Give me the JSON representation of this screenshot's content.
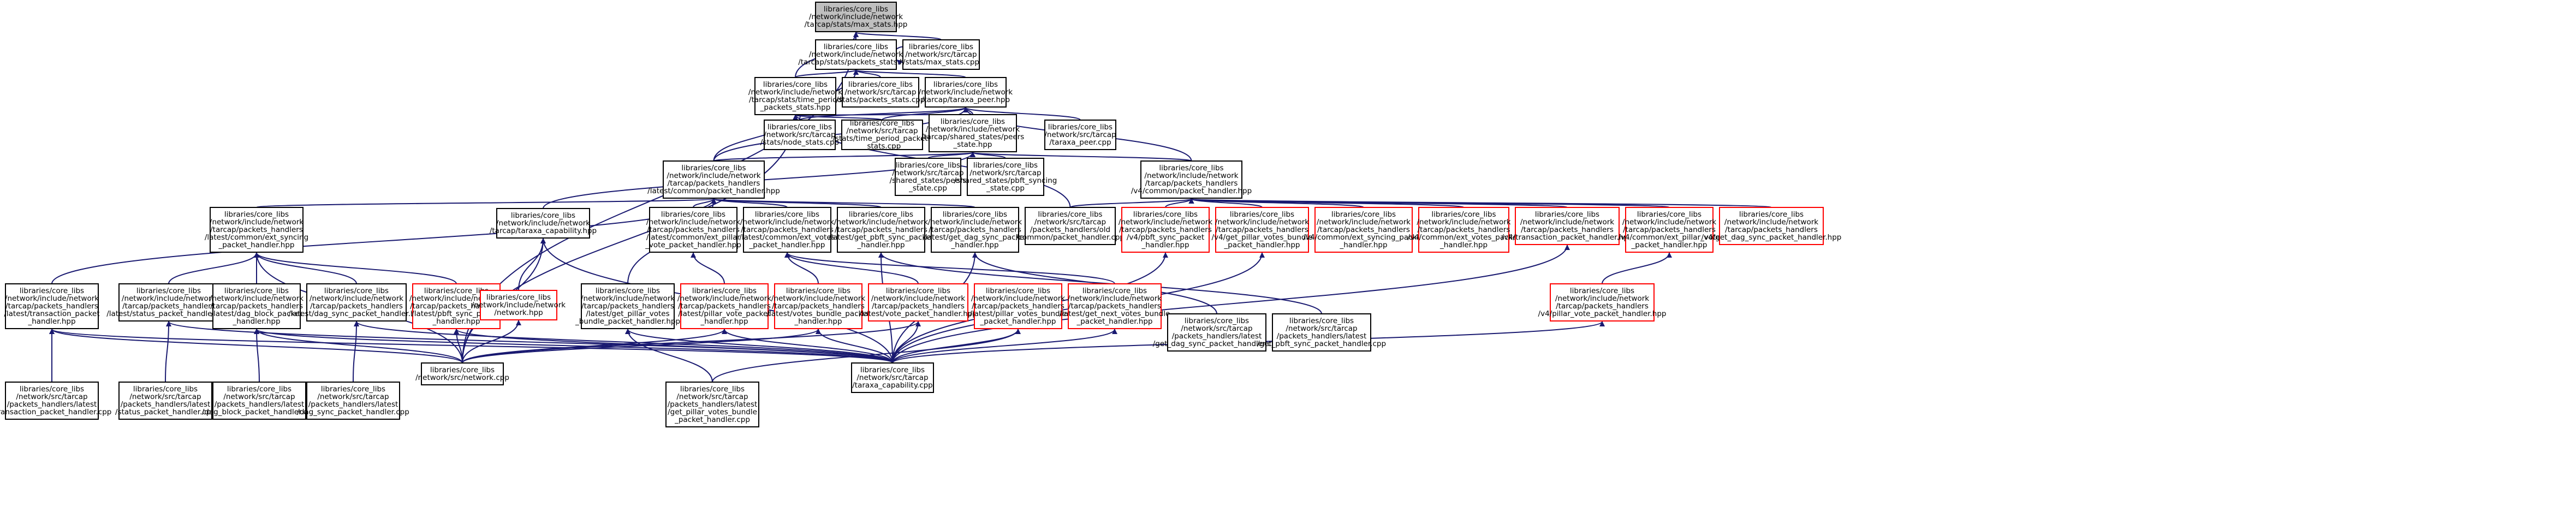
{
  "colors": {
    "edge": "#191970",
    "normal_border": "#000000",
    "red_border": "#ff0000",
    "focus_fill": "#bfbfbf",
    "node_fill": "#ffffff"
  },
  "nodes": {
    "root": {
      "label": [
        "libraries/core_libs",
        "/network/include/network",
        "/tarcap/stats/max_stats.hpp"
      ],
      "style": "focus"
    },
    "packets_stats_hpp": {
      "label": [
        "libraries/core_libs",
        "/network/include/network",
        "/tarcap/stats/packets_stats.hpp"
      ]
    },
    "max_stats_cpp": {
      "label": [
        "libraries/core_libs",
        "/network/src/tarcap",
        "/stats/max_stats.cpp"
      ]
    },
    "time_period_hpp": {
      "label": [
        "libraries/core_libs",
        "/network/include/network",
        "/tarcap/stats/time_period",
        "_packets_stats.hpp"
      ]
    },
    "packets_stats_cpp": {
      "label": [
        "libraries/core_libs",
        "/network/src/tarcap",
        "/stats/packets_stats.cpp"
      ]
    },
    "taraxa_peer_hpp": {
      "label": [
        "libraries/core_libs",
        "/network/include/network",
        "/tarcap/taraxa_peer.hpp"
      ]
    },
    "node_stats_cpp": {
      "label": [
        "libraries/core_libs",
        "/network/src/tarcap",
        "/stats/node_stats.cpp"
      ]
    },
    "time_period_cpp": {
      "label": [
        "libraries/core_libs",
        "/network/src/tarcap",
        "/stats/time_period_packets",
        "_stats.cpp"
      ]
    },
    "peers_state_hpp": {
      "label": [
        "libraries/core_libs",
        "/network/include/network",
        "/tarcap/shared_states/peers",
        "_state.hpp"
      ]
    },
    "taraxa_peer_cpp": {
      "label": [
        "libraries/core_libs",
        "/network/src/tarcap",
        "/taraxa_peer.cpp"
      ]
    },
    "latest_common_packet_handler": {
      "label": [
        "libraries/core_libs",
        "/network/include/network",
        "/tarcap/packets_handlers",
        "/latest/common/packet_handler.hpp"
      ]
    },
    "peers_state_cpp": {
      "label": [
        "libraries/core_libs",
        "/network/src/tarcap",
        "/shared_states/peers",
        "_state.cpp"
      ]
    },
    "pbft_syncing_state_cpp": {
      "label": [
        "libraries/core_libs",
        "/network/src/tarcap",
        "/shared_states/pbft_syncing",
        "_state.cpp"
      ]
    },
    "v4_common_packet_handler": {
      "label": [
        "libraries/core_libs",
        "/network/include/network",
        "/tarcap/packets_handlers",
        "/v4/common/packet_handler.hpp"
      ]
    },
    "ext_syncing_packet_handler": {
      "label": [
        "libraries/core_libs",
        "/network/include/network",
        "/tarcap/packets_handlers",
        "/latest/common/ext_syncing",
        "_packet_handler.hpp"
      ]
    },
    "taraxa_capability_hpp": {
      "label": [
        "libraries/core_libs",
        "/network/include/network",
        "/tarcap/taraxa_capability.hpp"
      ]
    },
    "ext_pillar_vote_packet_handler": {
      "label": [
        "libraries/core_libs",
        "/network/include/network",
        "/tarcap/packets_handlers",
        "/latest/common/ext_pillar",
        "_vote_packet_handler.hpp"
      ]
    },
    "ext_votes_packet_handler": {
      "label": [
        "libraries/core_libs",
        "/network/include/network",
        "/tarcap/packets_handlers",
        "/latest/common/ext_votes",
        "_packet_handler.hpp"
      ]
    },
    "get_pbft_sync_packet_handler": {
      "label": [
        "libraries/core_libs",
        "/network/include/network",
        "/tarcap/packets_handlers",
        "/latest/get_pbft_sync_packet",
        "_handler.hpp"
      ]
    },
    "latest_get_dag_sync_packet_handler": {
      "label": [
        "libraries/core_libs",
        "/network/include/network",
        "/tarcap/packets_handlers",
        "/latest/get_dag_sync_packet",
        "_handler.hpp"
      ]
    },
    "old_common_packet_handler_cpp": {
      "label": [
        "libraries/core_libs",
        "/network/src/tarcap",
        "/packets_handlers/old",
        "/common/packet_handler.cpp"
      ]
    },
    "v4_pbft_sync_packet_handler": {
      "label": [
        "libraries/core_libs",
        "/network/include/network",
        "/tarcap/packets_handlers",
        "/v4/pbft_sync_packet",
        "_handler.hpp"
      ],
      "style": "red"
    },
    "v4_get_pillar_votes_bundle": {
      "label": [
        "libraries/core_libs",
        "/network/include/network",
        "/tarcap/packets_handlers",
        "/v4/get_pillar_votes_bundle",
        "_packet_handler.hpp"
      ],
      "style": "red"
    },
    "v4_ext_syncing_packet_handler": {
      "label": [
        "libraries/core_libs",
        "/network/include/network",
        "/tarcap/packets_handlers",
        "/v4/common/ext_syncing_packet",
        "_handler.hpp"
      ],
      "style": "red"
    },
    "v4_ext_votes_packet_handler": {
      "label": [
        "libraries/core_libs",
        "/network/include/network",
        "/tarcap/packets_handlers",
        "/v4/common/ext_votes_packet",
        "_handler.hpp"
      ],
      "style": "red"
    },
    "v4_transaction_packet_handler": {
      "label": [
        "libraries/core_libs",
        "/network/include/network",
        "/tarcap/packets_handlers",
        "/v4/transaction_packet_handler.hpp"
      ],
      "style": "red"
    },
    "v4_ext_pillar_vote_packet_handler": {
      "label": [
        "libraries/core_libs",
        "/network/include/network",
        "/tarcap/packets_handlers",
        "/v4/common/ext_pillar_vote",
        "_packet_handler.hpp"
      ],
      "style": "red"
    },
    "v4_get_dag_sync_packet_handler": {
      "label": [
        "libraries/core_libs",
        "/network/include/network",
        "/tarcap/packets_handlers",
        "/v4/get_dag_sync_packet_handler.hpp"
      ],
      "style": "red"
    },
    "transaction_packet_handler": {
      "label": [
        "libraries/core_libs",
        "/network/include/network",
        "/tarcap/packets_handlers",
        "/latest/transaction_packet",
        "_handler.hpp"
      ]
    },
    "status_packet_handler": {
      "label": [
        "libraries/core_libs",
        "/network/include/network",
        "/tarcap/packets_handlers",
        "/latest/status_packet_handler.hpp"
      ]
    },
    "dag_block_packet_handler": {
      "label": [
        "libraries/core_libs",
        "/network/include/network",
        "/tarcap/packets_handlers",
        "/latest/dag_block_packet",
        "_handler.hpp"
      ]
    },
    "dag_sync_packet_handler": {
      "label": [
        "libraries/core_libs",
        "/network/include/network",
        "/tarcap/packets_handlers",
        "/latest/dag_sync_packet_handler.hpp"
      ]
    },
    "pbft_sync_packet_handler": {
      "label": [
        "libraries/core_libs",
        "/network/include/network",
        "/tarcap/packets_handlers",
        "/latest/pbft_sync_packet",
        "_handler.hpp"
      ],
      "style": "red"
    },
    "network_hpp": {
      "label": [
        "libraries/core_libs",
        "/network/include/network",
        "/network.hpp"
      ],
      "style": "red"
    },
    "get_pillar_votes_bundle_packet_handler": {
      "label": [
        "libraries/core_libs",
        "/network/include/network",
        "/tarcap/packets_handlers",
        "/latest/get_pillar_votes",
        "_bundle_packet_handler.hpp"
      ]
    },
    "pillar_vote_packet_handler": {
      "label": [
        "libraries/core_libs",
        "/network/include/network",
        "/tarcap/packets_handlers",
        "/latest/pillar_vote_packet",
        "_handler.hpp"
      ],
      "style": "red"
    },
    "votes_bundle_packet_handler": {
      "label": [
        "libraries/core_libs",
        "/network/include/network",
        "/tarcap/packets_handlers",
        "/latest/votes_bundle_packet",
        "_handler.hpp"
      ],
      "style": "red"
    },
    "vote_packet_handler": {
      "label": [
        "libraries/core_libs",
        "/network/include/network",
        "/tarcap/packets_handlers",
        "/latest/vote_packet_handler.hpp"
      ],
      "style": "red"
    },
    "pillar_votes_bundle_packet_handler": {
      "label": [
        "libraries/core_libs",
        "/network/include/network",
        "/tarcap/packets_handlers",
        "/latest/pillar_votes_bundle",
        "_packet_handler.hpp"
      ],
      "style": "red"
    },
    "get_next_votes_bundle_packet_handler": {
      "label": [
        "libraries/core_libs",
        "/network/include/network",
        "/tarcap/packets_handlers",
        "/latest/get_next_votes_bundle",
        "_packet_handler.hpp"
      ],
      "style": "red"
    },
    "get_dag_sync_packet_handler_cpp": {
      "label": [
        "libraries/core_libs",
        "/network/src/tarcap",
        "/packets_handlers/latest",
        "/get_dag_sync_packet_handler.cpp"
      ]
    },
    "get_pbft_sync_packet_handler_cpp": {
      "label": [
        "libraries/core_libs",
        "/network/src/tarcap",
        "/packets_handlers/latest",
        "/get_pbft_sync_packet_handler.cpp"
      ]
    },
    "v4_pillar_vote_packet_handler": {
      "label": [
        "libraries/core_libs",
        "/network/include/network",
        "/tarcap/packets_handlers",
        "/v4/pillar_vote_packet_handler.hpp"
      ],
      "style": "red"
    },
    "transaction_packet_handler_cpp": {
      "label": [
        "libraries/core_libs",
        "/network/src/tarcap",
        "/packets_handlers/latest",
        "/transaction_packet_handler.cpp"
      ]
    },
    "status_packet_handler_cpp": {
      "label": [
        "libraries/core_libs",
        "/network/src/tarcap",
        "/packets_handlers/latest",
        "/status_packet_handler.cpp"
      ]
    },
    "dag_block_packet_handler_cpp": {
      "label": [
        "libraries/core_libs",
        "/network/src/tarcap",
        "/packets_handlers/latest",
        "/dag_block_packet_handler.cpp"
      ]
    },
    "dag_sync_packet_handler_cpp": {
      "label": [
        "libraries/core_libs",
        "/network/src/tarcap",
        "/packets_handlers/latest",
        "/dag_sync_packet_handler.cpp"
      ]
    },
    "network_cpp": {
      "label": [
        "libraries/core_libs",
        "/network/src/network.cpp"
      ]
    },
    "get_pillar_votes_bundle_packet_handler_cpp": {
      "label": [
        "libraries/core_libs",
        "/network/src/tarcap",
        "/packets_handlers/latest",
        "/get_pillar_votes_bundle",
        "_packet_handler.cpp"
      ]
    },
    "taraxa_capability_cpp": {
      "label": [
        "libraries/core_libs",
        "/network/src/tarcap",
        "/taraxa_capability.cpp"
      ]
    }
  },
  "edges": [
    [
      "packets_stats_hpp",
      "root"
    ],
    [
      "max_stats_cpp",
      "root"
    ],
    [
      "time_period_hpp",
      "root"
    ],
    [
      "network_cpp",
      "root"
    ],
    [
      "packets_stats_hpp",
      "packets_stats_hpp"
    ],
    [
      "time_period_hpp",
      "packets_stats_hpp"
    ],
    [
      "packets_stats_cpp",
      "packets_stats_hpp"
    ],
    [
      "taraxa_peer_hpp",
      "packets_stats_hpp"
    ],
    [
      "node_stats_cpp",
      "packets_stats_hpp"
    ],
    [
      "node_stats_cpp",
      "time_period_hpp"
    ],
    [
      "time_period_cpp",
      "time_period_hpp"
    ],
    [
      "peers_state_hpp",
      "time_period_hpp"
    ],
    [
      "latest_common_packet_handler",
      "time_period_hpp"
    ],
    [
      "old_common_packet_handler_cpp",
      "time_period_hpp"
    ],
    [
      "network_cpp",
      "time_period_hpp"
    ],
    [
      "node_stats_cpp",
      "taraxa_peer_hpp"
    ],
    [
      "time_period_cpp",
      "taraxa_peer_hpp"
    ],
    [
      "peers_state_hpp",
      "taraxa_peer_hpp"
    ],
    [
      "taraxa_peer_cpp",
      "taraxa_peer_hpp"
    ],
    [
      "latest_common_packet_handler",
      "taraxa_peer_hpp"
    ],
    [
      "v4_common_packet_handler",
      "taraxa_peer_hpp"
    ],
    [
      "peers_state_cpp",
      "peers_state_hpp"
    ],
    [
      "pbft_syncing_state_cpp",
      "peers_state_hpp"
    ],
    [
      "latest_common_packet_handler",
      "peers_state_hpp"
    ],
    [
      "v4_common_packet_handler",
      "peers_state_hpp"
    ],
    [
      "taraxa_capability_hpp",
      "peers_state_hpp"
    ],
    [
      "ext_syncing_packet_handler",
      "latest_common_packet_handler"
    ],
    [
      "transaction_packet_handler",
      "latest_common_packet_handler"
    ],
    [
      "ext_pillar_vote_packet_handler",
      "latest_common_packet_handler"
    ],
    [
      "ext_votes_packet_handler",
      "latest_common_packet_handler"
    ],
    [
      "get_pbft_sync_packet_handler",
      "latest_common_packet_handler"
    ],
    [
      "latest_get_dag_sync_packet_handler",
      "latest_common_packet_handler"
    ],
    [
      "get_pillar_votes_bundle_packet_handler",
      "latest_common_packet_handler"
    ],
    [
      "old_common_packet_handler_cpp",
      "v4_common_packet_handler"
    ],
    [
      "v4_pbft_sync_packet_handler",
      "v4_common_packet_handler"
    ],
    [
      "v4_get_pillar_votes_bundle",
      "v4_common_packet_handler"
    ],
    [
      "v4_ext_syncing_packet_handler",
      "v4_common_packet_handler"
    ],
    [
      "v4_ext_votes_packet_handler",
      "v4_common_packet_handler"
    ],
    [
      "v4_transaction_packet_handler",
      "v4_common_packet_handler"
    ],
    [
      "v4_ext_pillar_vote_packet_handler",
      "v4_common_packet_handler"
    ],
    [
      "v4_get_dag_sync_packet_handler",
      "v4_common_packet_handler"
    ],
    [
      "status_packet_handler",
      "ext_syncing_packet_handler"
    ],
    [
      "dag_block_packet_handler",
      "ext_syncing_packet_handler"
    ],
    [
      "dag_sync_packet_handler",
      "ext_syncing_packet_handler"
    ],
    [
      "pbft_sync_packet_handler",
      "ext_syncing_packet_handler"
    ],
    [
      "network_cpp",
      "ext_syncing_packet_handler"
    ],
    [
      "network_hpp",
      "taraxa_capability_hpp"
    ],
    [
      "network_cpp",
      "taraxa_capability_hpp"
    ],
    [
      "taraxa_capability_cpp",
      "taraxa_capability_hpp"
    ],
    [
      "pillar_vote_packet_handler",
      "ext_pillar_vote_packet_handler"
    ],
    [
      "votes_bundle_packet_handler",
      "ext_votes_packet_handler"
    ],
    [
      "vote_packet_handler",
      "ext_votes_packet_handler"
    ],
    [
      "get_next_votes_bundle_packet_handler",
      "ext_votes_packet_handler"
    ],
    [
      "get_pbft_sync_packet_handler_cpp",
      "get_pbft_sync_packet_handler"
    ],
    [
      "taraxa_capability_cpp",
      "get_pbft_sync_packet_handler"
    ],
    [
      "get_dag_sync_packet_handler_cpp",
      "latest_get_dag_sync_packet_handler"
    ],
    [
      "taraxa_capability_cpp",
      "latest_get_dag_sync_packet_handler"
    ],
    [
      "taraxa_capability_cpp",
      "v4_pbft_sync_packet_handler"
    ],
    [
      "taraxa_capability_cpp",
      "v4_get_pillar_votes_bundle"
    ],
    [
      "taraxa_capability_cpp",
      "v4_transaction_packet_handler"
    ],
    [
      "v4_pillar_vote_packet_handler",
      "v4_ext_pillar_vote_packet_handler"
    ],
    [
      "taraxa_capability_cpp",
      "v4_pillar_vote_packet_handler"
    ],
    [
      "transaction_packet_handler_cpp",
      "transaction_packet_handler"
    ],
    [
      "network_cpp",
      "transaction_packet_handler"
    ],
    [
      "taraxa_capability_cpp",
      "transaction_packet_handler"
    ],
    [
      "status_packet_handler_cpp",
      "status_packet_handler"
    ],
    [
      "taraxa_capability_cpp",
      "status_packet_handler"
    ],
    [
      "dag_block_packet_handler_cpp",
      "dag_block_packet_handler"
    ],
    [
      "network_cpp",
      "dag_block_packet_handler"
    ],
    [
      "taraxa_capability_cpp",
      "dag_block_packet_handler"
    ],
    [
      "dag_sync_packet_handler_cpp",
      "dag_sync_packet_handler"
    ],
    [
      "taraxa_capability_cpp",
      "dag_sync_packet_handler"
    ],
    [
      "network_cpp",
      "pbft_sync_packet_handler"
    ],
    [
      "taraxa_capability_cpp",
      "pbft_sync_packet_handler"
    ],
    [
      "network_cpp",
      "network_hpp"
    ],
    [
      "get_pillar_votes_bundle_packet_handler_cpp",
      "get_pillar_votes_bundle_packet_handler"
    ],
    [
      "taraxa_capability_cpp",
      "get_pillar_votes_bundle_packet_handler"
    ],
    [
      "network_cpp",
      "pillar_vote_packet_handler"
    ],
    [
      "taraxa_capability_cpp",
      "pillar_vote_packet_handler"
    ],
    [
      "network_cpp",
      "votes_bundle_packet_handler"
    ],
    [
      "taraxa_capability_cpp",
      "votes_bundle_packet_handler"
    ],
    [
      "network_cpp",
      "vote_packet_handler"
    ],
    [
      "taraxa_capability_cpp",
      "vote_packet_handler"
    ],
    [
      "taraxa_capability_cpp",
      "pillar_votes_bundle_packet_handler"
    ],
    [
      "get_pillar_votes_bundle_packet_handler_cpp",
      "pillar_votes_bundle_packet_handler"
    ],
    [
      "taraxa_capability_cpp",
      "get_next_votes_bundle_packet_handler"
    ]
  ]
}
